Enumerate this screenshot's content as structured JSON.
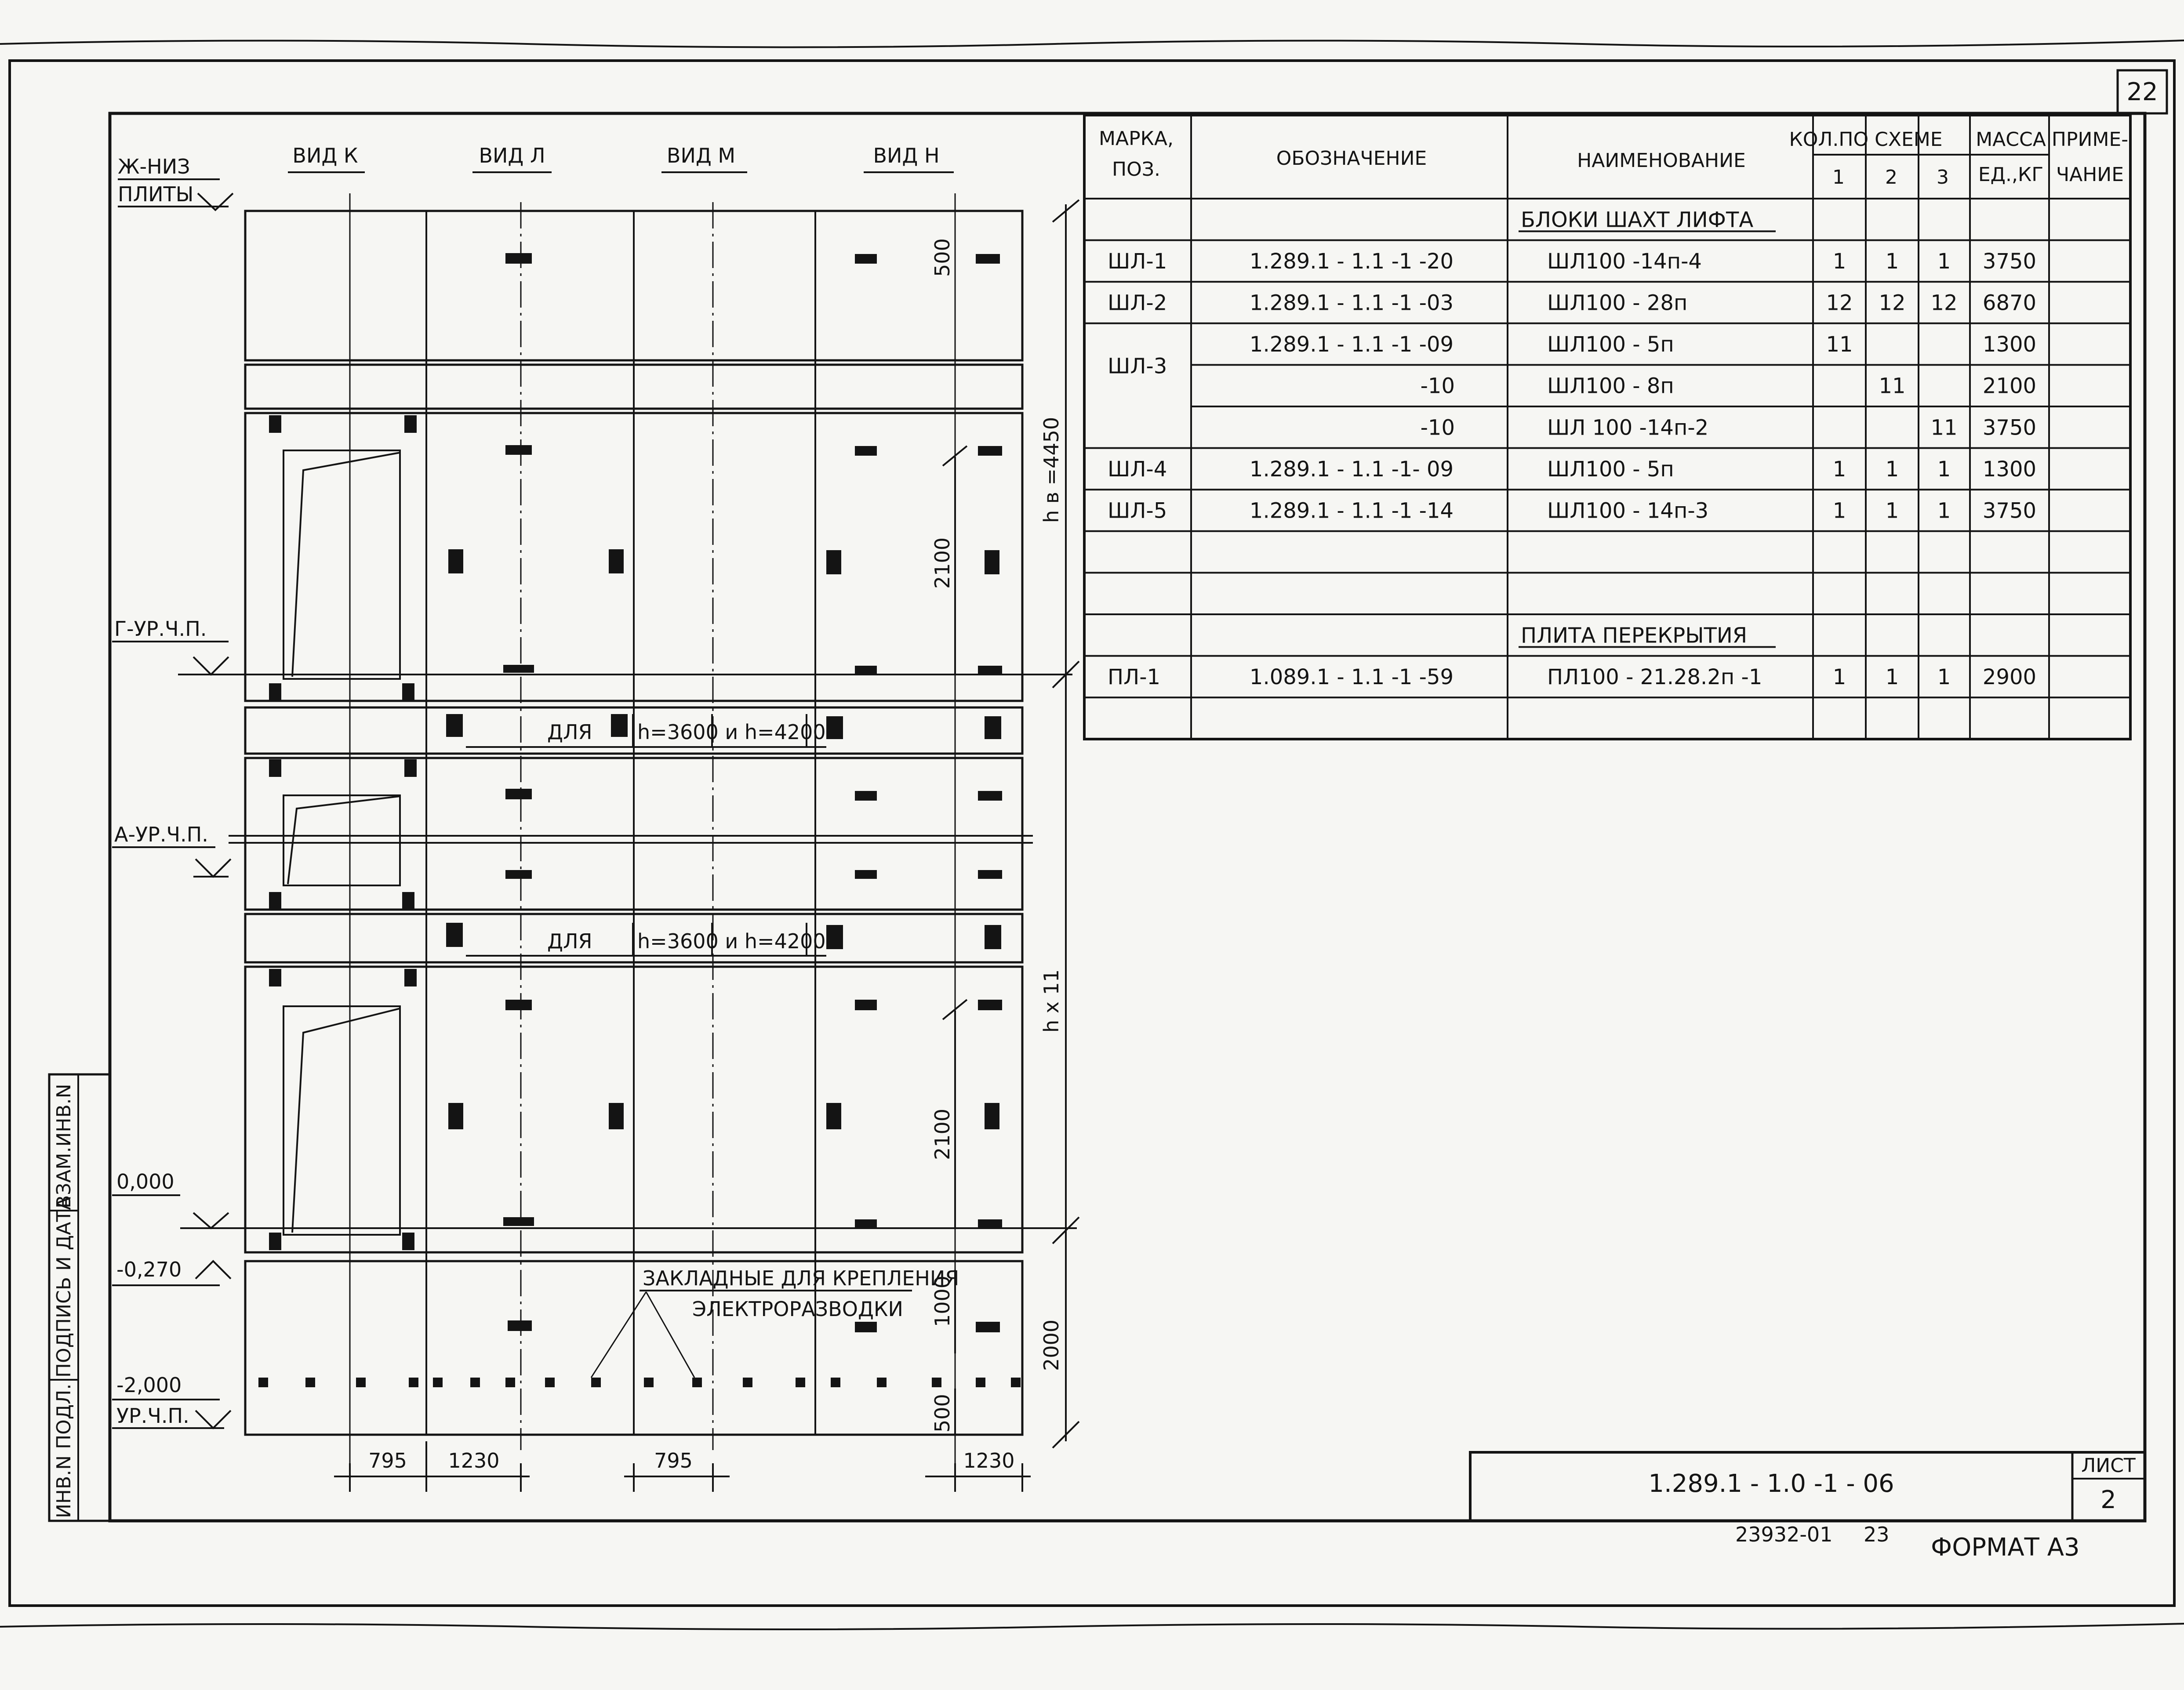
{
  "sheet": {
    "page_number": "22",
    "drawing_code": "1.289.1 - 1.0 -1 - 06",
    "sheet_label": "ЛИСТ",
    "sheet_number": "2",
    "archive_no": "23932-01",
    "archive_page": "23",
    "format": "ФОРМАТ А3"
  },
  "side_stamp": [
    "ИНВ.N ПОДЛ.",
    "ПОДПИСЬ И ДАТА",
    "ВЗАМ.ИНВ.N"
  ],
  "views": [
    "ВИД К",
    "ВИД Л",
    "ВИД М",
    "ВИД Н"
  ],
  "levels": {
    "zh_top": "Ж-НИЗ",
    "zh_bottom": "ПЛИТЫ",
    "g": "Г-УР.Ч.П.",
    "a": "А-УР.Ч.П.",
    "zero": "0,000",
    "minus_027": "-0,270",
    "minus_2": "-2,000",
    "ur": "УР.Ч.П."
  },
  "dims": {
    "d500_top": "500",
    "d2100_upper": "2100",
    "d2100_lower": "2100",
    "d1000": "1000",
    "d500_bottom": "500",
    "d2000": "2000",
    "hb": "h в =4450",
    "hx": "h x 11",
    "b795a": "795",
    "b1230a": "1230",
    "b795b": "795",
    "b1230b": "1230"
  },
  "notes": {
    "dlya1": "ДЛЯ",
    "h_note1": "h=3600 и h=4200",
    "dlya2": "ДЛЯ",
    "h_note2": "h=3600 и h=4200",
    "embed1": "ЗАКЛАДНЫЕ ДЛЯ КРЕПЛЕНИЯ",
    "embed2": "ЭЛЕКТРОРАЗВОДКИ"
  },
  "spec": {
    "headers": {
      "mark": "МАРКА,",
      "mark2": "ПОЗ.",
      "designation": "ОБОЗНАЧЕНИЕ",
      "name": "НАИМЕНОВАНИЕ",
      "qty": "КОЛ.ПО СХЕМЕ",
      "q1": "1",
      "q2": "2",
      "q3": "3",
      "mass": "МАССА",
      "mass2": "ЕД.,КГ",
      "note": "ПРИМЕ-",
      "note2": "ЧАНИЕ"
    },
    "rows": [
      {
        "mark": "",
        "des": "",
        "name": "БЛОКИ  ШАХТ  ЛИФТА",
        "q1": "",
        "q2": "",
        "q3": "",
        "mass": ""
      },
      {
        "mark": "ШЛ-1",
        "des": "1.289.1 - 1.1 -1 -20",
        "name": "ШЛ100 -14п-4",
        "q1": "1",
        "q2": "1",
        "q3": "1",
        "mass": "3750"
      },
      {
        "mark": "ШЛ-2",
        "des": "1.289.1 - 1.1 -1 -03",
        "name": "ШЛ100 - 28п",
        "q1": "12",
        "q2": "12",
        "q3": "12",
        "mass": "6870"
      },
      {
        "mark": "",
        "des": "1.289.1 - 1.1 -1 -09",
        "name": "ШЛ100 - 5п",
        "q1": "11",
        "q2": "",
        "q3": "",
        "mass": "1300"
      },
      {
        "mark": "ШЛ-3",
        "des": "-10",
        "name": "ШЛ100 - 8п",
        "q1": "",
        "q2": "11",
        "q3": "",
        "mass": "2100"
      },
      {
        "mark": "",
        "des": "-10",
        "name": "ШЛ 100 -14п-2",
        "q1": "",
        "q2": "",
        "q3": "11",
        "mass": "3750"
      },
      {
        "mark": "ШЛ-4",
        "des": "1.289.1 - 1.1 -1- 09",
        "name": "ШЛ100 - 5п",
        "q1": "1",
        "q2": "1",
        "q3": "1",
        "mass": "1300"
      },
      {
        "mark": "ШЛ-5",
        "des": "1.289.1 - 1.1 -1 -14",
        "name": "ШЛ100 - 14п-3",
        "q1": "1",
        "q2": "1",
        "q3": "1",
        "mass": "3750"
      },
      {
        "mark": "",
        "des": "",
        "name": "",
        "q1": "",
        "q2": "",
        "q3": "",
        "mass": ""
      },
      {
        "mark": "",
        "des": "",
        "name": "",
        "q1": "",
        "q2": "",
        "q3": "",
        "mass": ""
      },
      {
        "mark": "",
        "des": "",
        "name": "ПЛИТА  ПЕРЕКРЫТИЯ",
        "q1": "",
        "q2": "",
        "q3": "",
        "mass": ""
      },
      {
        "mark": "ПЛ-1",
        "des": "1.089.1 - 1.1 -1 -59",
        "name": "ПЛ100 - 21.28.2п -1",
        "q1": "1",
        "q2": "1",
        "q3": "1",
        "mass": "2900"
      },
      {
        "mark": "",
        "des": "",
        "name": "",
        "q1": "",
        "q2": "",
        "q3": "",
        "mass": ""
      }
    ]
  }
}
